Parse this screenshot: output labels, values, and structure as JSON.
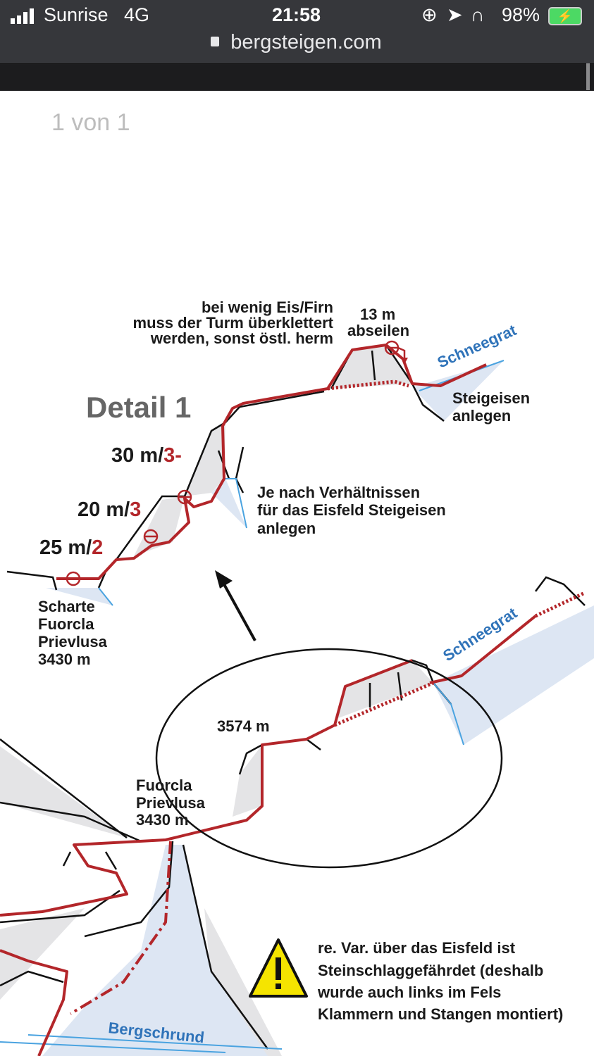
{
  "status_bar": {
    "carrier": "Sunrise",
    "network": "4G",
    "time": "21:58",
    "battery": "98%"
  },
  "browser": {
    "url": "bergsteigen.com"
  },
  "viewer": {
    "page_indicator": "1 von 1"
  },
  "diagram": {
    "detail_title": "Detail 1",
    "note_tower": [
      "bei wenig Eis/Firn",
      "muss der Turm überklettert",
      "werden, sonst östl. herm"
    ],
    "abseil": [
      "13 m",
      "abseilen"
    ],
    "schneegrat": "Schneegrat",
    "steigeisen": [
      "Steigeisen",
      "anlegen"
    ],
    "pitch3_len": "30 m/",
    "pitch3_grade": "3-",
    "pitch2_len": "20 m/",
    "pitch2_grade": "3",
    "pitch1_len": "25 m/",
    "pitch1_grade": "2",
    "eisfeld_note": [
      "Je nach Verhältnissen",
      "für das Eisfeld Steigeisen",
      "anlegen"
    ],
    "scharte": [
      "Scharte",
      "Fuorcla",
      "Prievlusa",
      "3430 m"
    ],
    "summit_alt": "3574 m",
    "fuorcla": [
      "Fuorcla",
      "Prievlusa",
      "3430 m"
    ],
    "schneegrat2": "Schneegrat",
    "bergschrund": "Bergschrund",
    "warning": [
      "re. Var. über das Eisfeld ist",
      "Steinschlaggefährdet (deshalb",
      "wurde auch links im Fels",
      "Klammern und Stangen montiert)"
    ]
  },
  "colors": {
    "route": "#b3262a",
    "ice": "#2f73b9",
    "status_bg": "#36373b",
    "warning": "#f5e400"
  }
}
